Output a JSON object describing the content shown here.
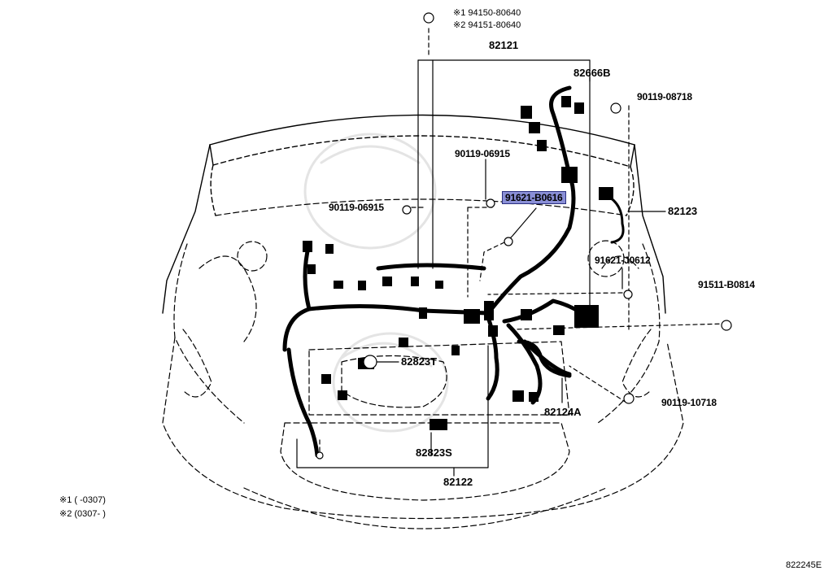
{
  "diagram": {
    "reference_code": "822245E",
    "parts": {
      "p94150": "※1 94150-80640",
      "p94151": "※2 94151-80640",
      "p82121": "82121",
      "p82666B": "82666B",
      "p90119_08718": "90119-08718",
      "p90119_06915_a": "90119-06915",
      "p91621_B0616": "91621-B0616",
      "p90119_06915_b": "90119-06915",
      "p82123": "82123",
      "p91621_J0612": "91621-J0612",
      "p91511_B0814": "91511-B0814",
      "p82823T": "82823T",
      "p90119_10718": "90119-10718",
      "p82124A": "82124A",
      "p82823S": "82823S",
      "p82122": "82122"
    },
    "notes": {
      "note1": "※1 (      -0307)",
      "note2": "※2 (0307-      )"
    },
    "highlight_color": "#8a8fd6"
  }
}
